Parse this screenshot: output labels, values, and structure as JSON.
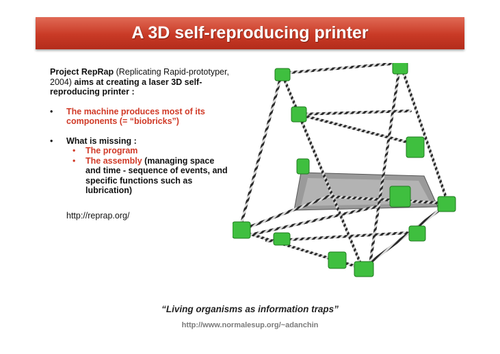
{
  "title": "A 3D self-reproducing printer",
  "intro": {
    "name": "Project RepRap",
    "paren": "(Replicating Rapid-prototyper, 2004)",
    "aims": "aims at creating a laser 3D self-reproducing printer :"
  },
  "bullets": {
    "first": "The machine produces most of its components (= “biobricks”)",
    "second": "What is missing :",
    "sub1": "The program",
    "sub2_red": "The assembly",
    "sub2_rest": "(managing space and time - sequence of events, and specific functions such as lubrication)",
    "bullet_char": "•"
  },
  "url": "http://reprap.org/",
  "quote": "“Living organisms as information traps”",
  "source": "http://www.normalesup.org/~adanchin",
  "colors": {
    "title_bar": "#c93a26",
    "accent_red": "#d03a27",
    "frame_green": "#3fbf3f"
  }
}
